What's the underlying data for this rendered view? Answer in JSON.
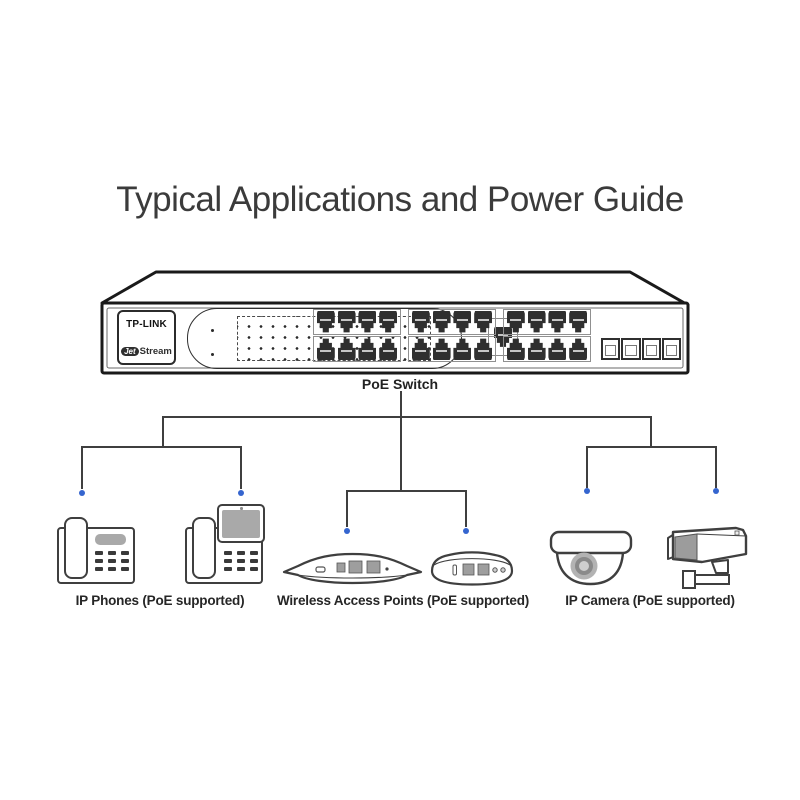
{
  "title": "Typical Applications and Power Guide",
  "poe_switch": {
    "brand": "TP-LINK",
    "series": {
      "prefix": "Jet",
      "suffix": "Stream"
    },
    "label": "PoE Switch",
    "poe_groups": 3,
    "rows_per_group": 2,
    "ports_per_row": 4,
    "sfp_count": 4
  },
  "device_groups": [
    {
      "id": "ip-phones",
      "label": "IP Phones (PoE supported)"
    },
    {
      "id": "wireless-aps",
      "label": "Wireless Access Points (PoE supported)"
    },
    {
      "id": "ip-cameras",
      "label": "IP Camera (PoE supported)"
    }
  ],
  "keypad": {
    "rows": 3,
    "cols": 3
  },
  "colors": {
    "connector_line": "#3f3f3f",
    "poe_endpoint_dot": "#3565cf",
    "device_stroke": "#3f3f3f",
    "gray_fill": "#a9a9a9",
    "title_text": "#3b3b3b"
  }
}
